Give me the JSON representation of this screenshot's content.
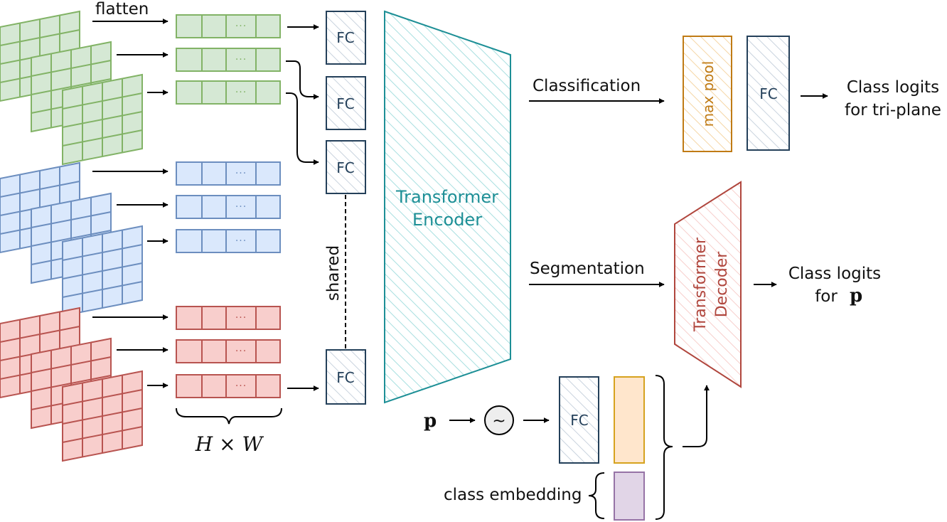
{
  "labels": {
    "flatten": "flatten",
    "fc": "FC",
    "dots": "···",
    "shared": "shared",
    "encoder_line1": "Transformer",
    "encoder_line2": "Encoder",
    "decoder_line1": "Transformer",
    "decoder_line2": "Decoder",
    "classification": "Classification",
    "segmentation": "Segmentation",
    "max_pool": "max pool",
    "class_logits_line1": "Class logits",
    "class_logits_tri_line2": "for tri-plane",
    "class_logits_p_line2": "for",
    "p_symbol": "p",
    "hw": "H × W",
    "tilde": "~",
    "class_embedding": "class embedding"
  },
  "colors": {
    "green_fill": "#d5e8d4",
    "green_stroke": "#82b366",
    "blue_fill": "#dae8fc",
    "blue_stroke": "#6c8ebf",
    "red_fill": "#f8cecc",
    "red_stroke": "#b85450",
    "encoder_stroke": "#1d8f96",
    "decoder_stroke": "#b0463d",
    "pool_stroke": "#c07b15",
    "fc_stroke": "#24405a",
    "orange_fill": "#ffe6cc",
    "orange_stroke": "#d6a21e",
    "purple_fill": "#e1d5e7",
    "purple_stroke": "#9673a6"
  }
}
